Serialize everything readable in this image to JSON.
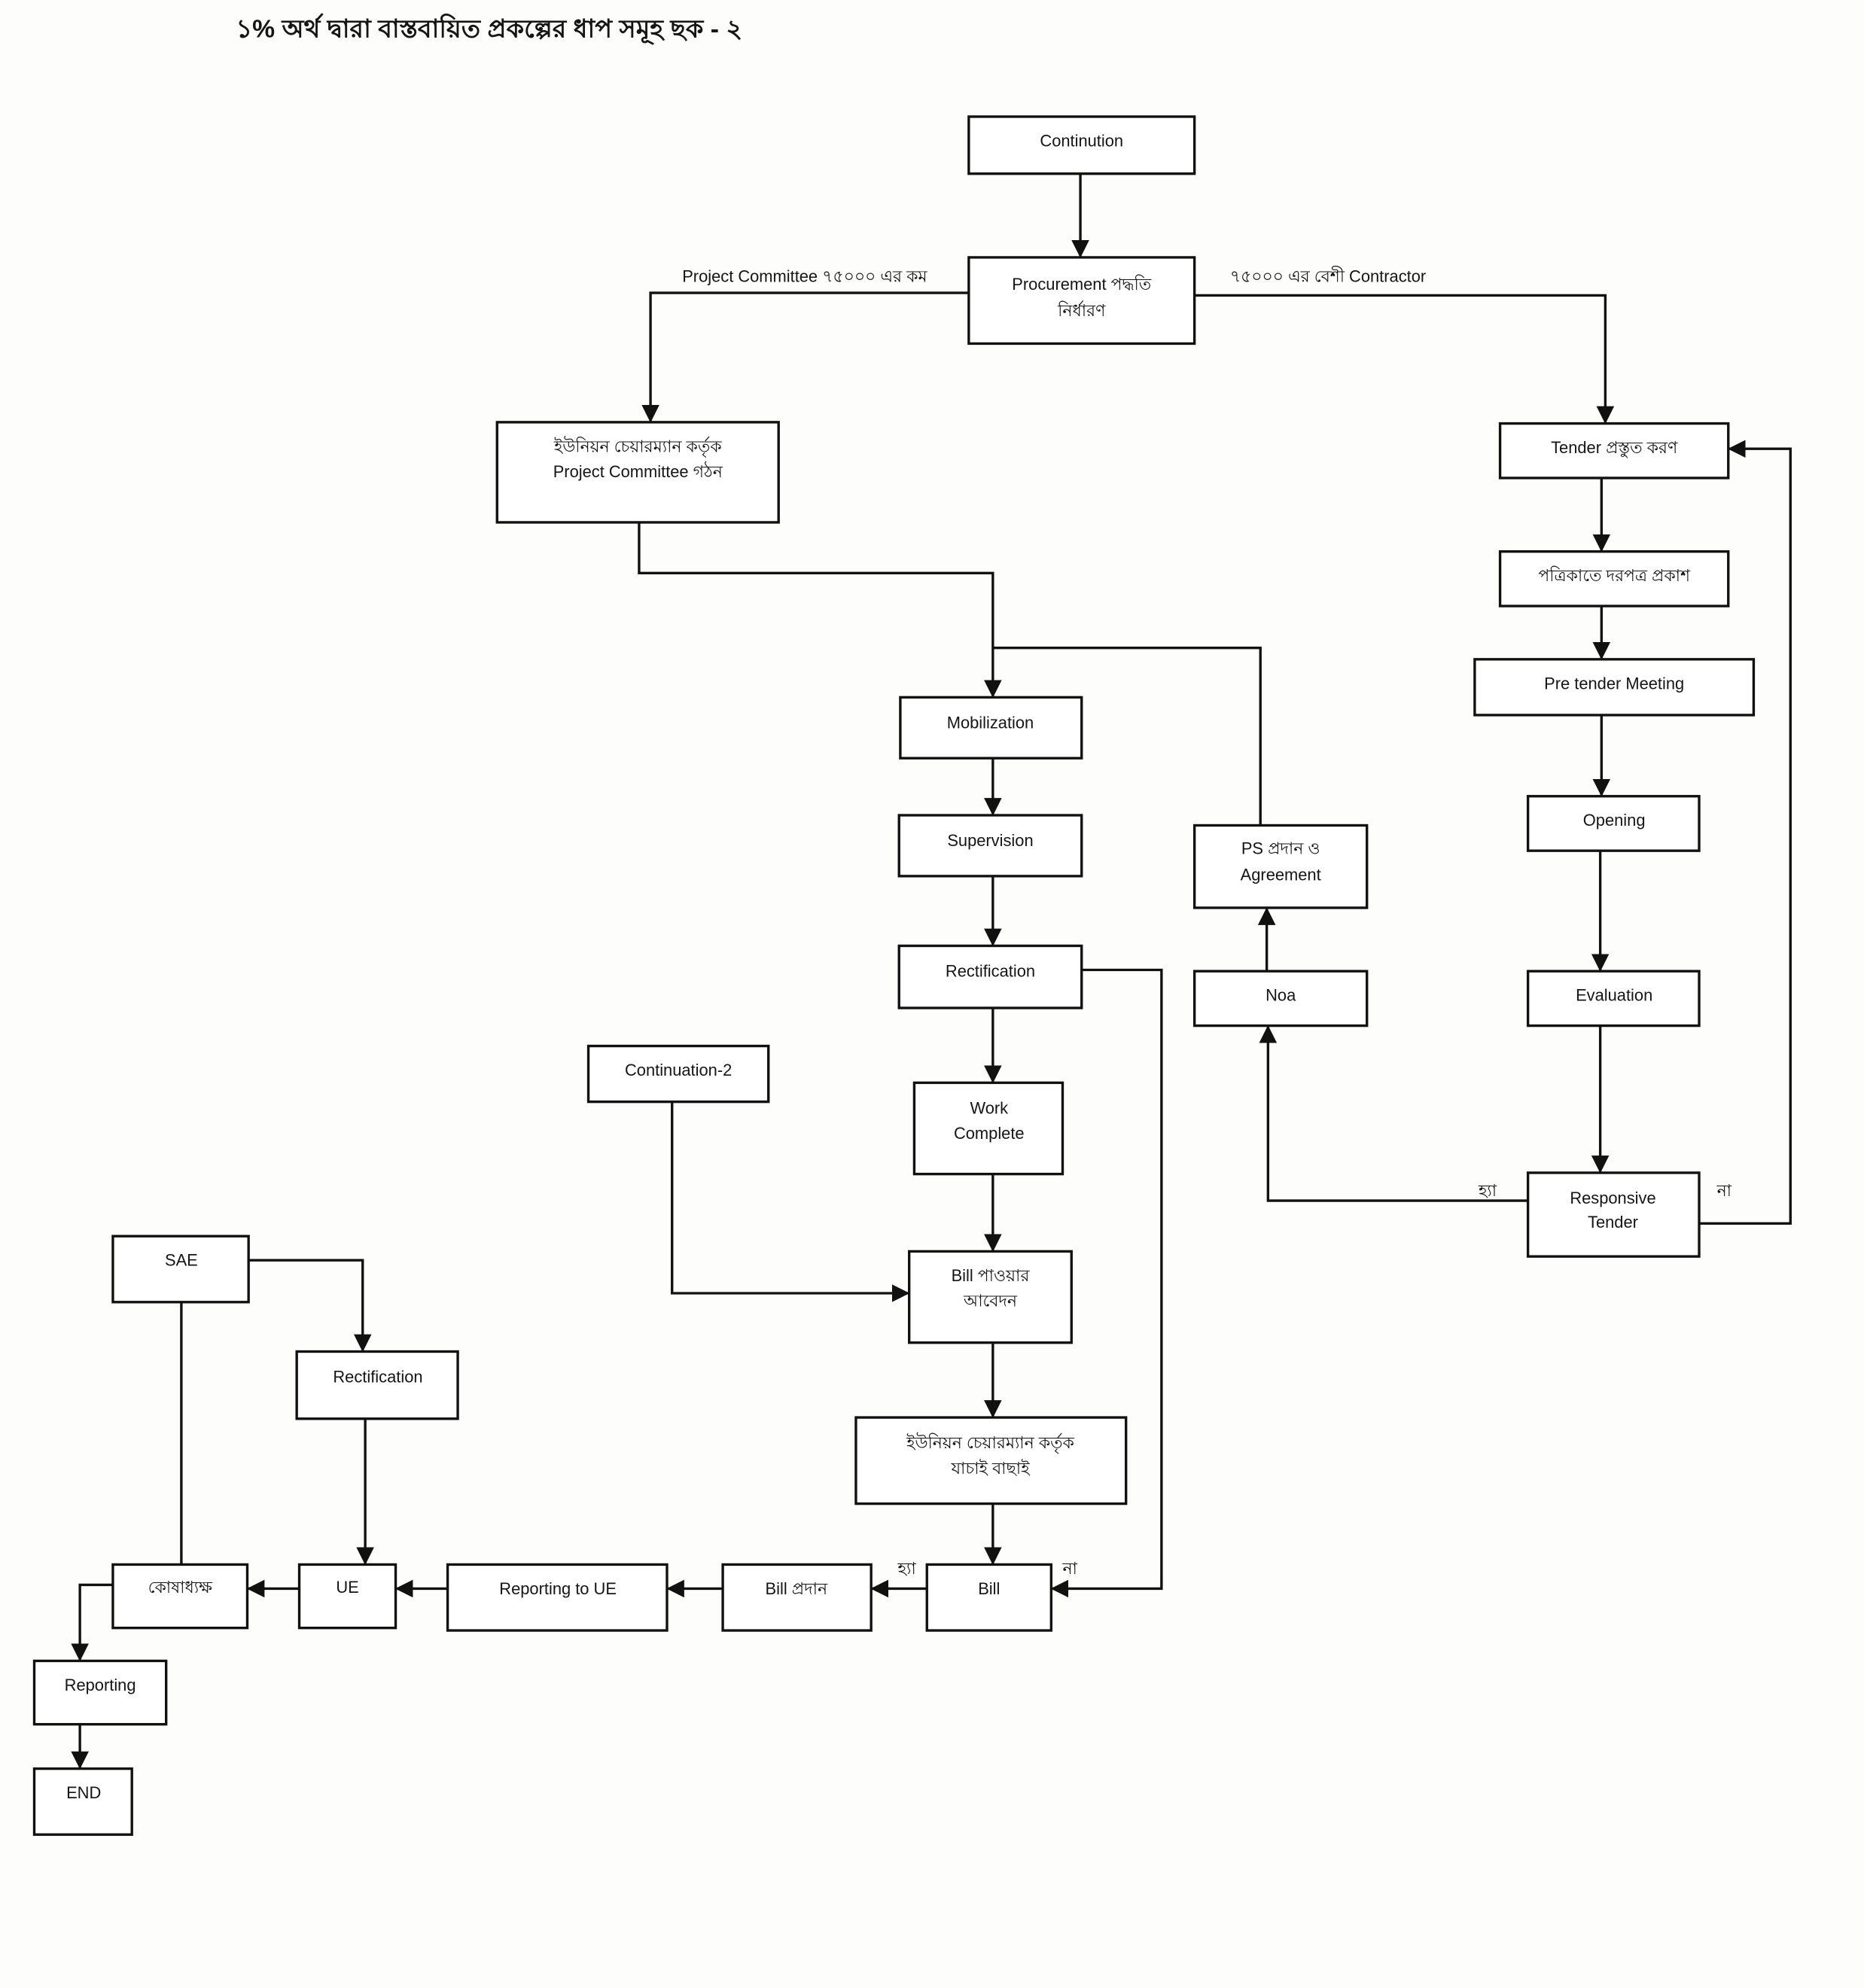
{
  "title": "১% অর্থ দ্বারা বাস্তবায়িত প্রকল্পের ধাপ সমূহ ছক - ২",
  "nodes": {
    "continution": [
      "Continution"
    ],
    "procurement": [
      "Procurement পদ্ধতি",
      "নির্ধারণ"
    ],
    "pc_formation": [
      "ইউনিয়ন চেয়ারম্যান কর্তৃক",
      "Project  Committee গঠন"
    ],
    "tender_prep": [
      "Tender  প্রস্তুত করণ"
    ],
    "newspaper": [
      "পত্রিকাতে দরপত্র প্রকাশ"
    ],
    "pre_tender": [
      "Pre  tender  Meeting"
    ],
    "opening": [
      "Opening"
    ],
    "evaluation": [
      "Evaluation"
    ],
    "responsive": [
      "Responsive",
      "Tender"
    ],
    "noa": [
      "Noa"
    ],
    "ps_agreement": [
      "PS  প্রদান  ও",
      "Agreement"
    ],
    "mobilization": [
      "Mobilization"
    ],
    "supervision": [
      "Supervision"
    ],
    "rectification": [
      "Rectification"
    ],
    "work_complete": [
      "Work",
      "Complete"
    ],
    "continuation2": [
      "Continuation-2"
    ],
    "bill_application": [
      "Bill পাওয়ার",
      "আবেদন"
    ],
    "chairman_check": [
      "ইউনিয়ন চেয়ারম্যান কর্তৃক",
      "যাচাই বাছাই"
    ],
    "bill": [
      "Bill"
    ],
    "bill_payment": [
      "Bill প্রদান"
    ],
    "reporting_ue": [
      "Reporting  to  UE"
    ],
    "ue": [
      "UE"
    ],
    "treasurer": [
      "কোষাধ্যক্ষ"
    ],
    "sae": [
      "SAE"
    ],
    "rectification2": [
      "Rectification"
    ],
    "reporting": [
      "Reporting"
    ],
    "end": [
      "END"
    ]
  },
  "edge_labels": {
    "left_branch": "Project  Committee   ৭৫০০০ এর কম",
    "right_branch": "৭৫০০০ এর বেশী     Contractor",
    "responsive_yes": "হ্যা",
    "responsive_no": "না",
    "bill_yes": "হ্যা",
    "bill_no": "না"
  }
}
